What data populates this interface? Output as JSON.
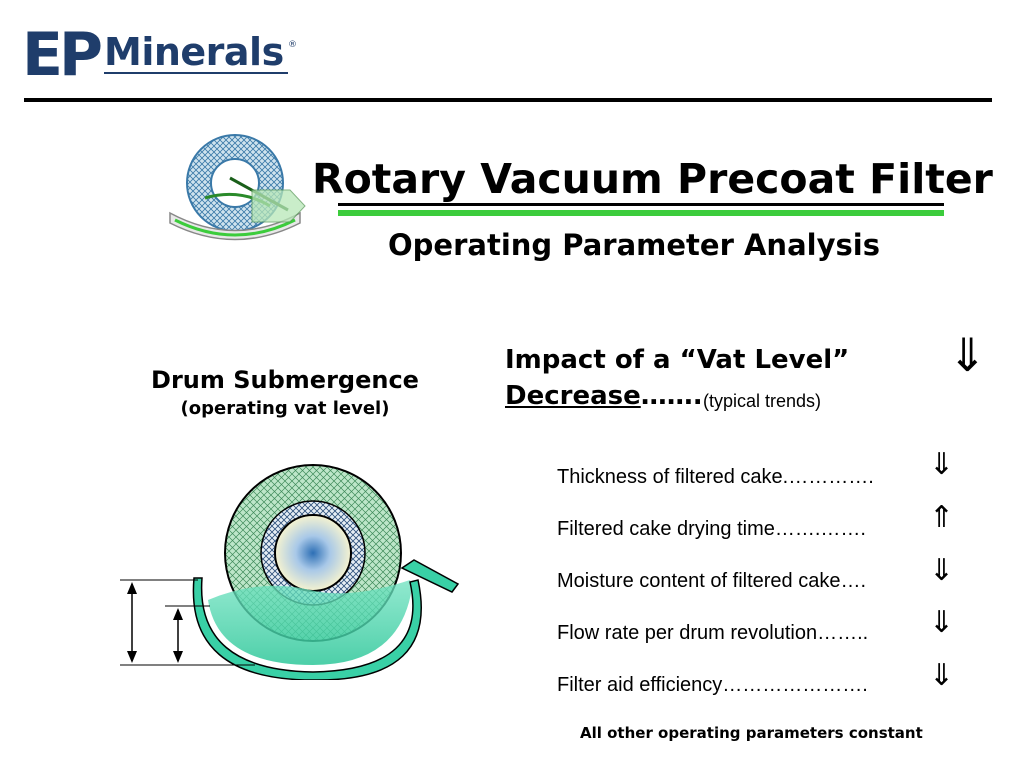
{
  "logo": {
    "mark": "EP",
    "word": "Minerals",
    "reg": "®"
  },
  "title": "Rotary Vacuum Precoat Filter",
  "subtitle": "Operating Parameter Analysis",
  "left": {
    "heading": "Drum Submergence",
    "subheading": "(operating vat level)"
  },
  "impact": {
    "line1": "Impact of a “Vat Level”",
    "line2_word": "Decrease",
    "line2_dots": "…….",
    "typical": "(typical trends)",
    "overall_trend": "⇓",
    "overall_direction": "down"
  },
  "parameters": [
    {
      "label": "Thickness of filtered cake.………….",
      "trend": "⇓",
      "direction": "down"
    },
    {
      "label": "Filtered cake drying time…….…….",
      "trend": "⇑",
      "direction": "up"
    },
    {
      "label": "Moisture content of filtered cake….",
      "trend": "⇓",
      "direction": "down"
    },
    {
      "label": "Flow rate per drum revolution……..",
      "trend": "⇓",
      "direction": "down"
    },
    {
      "label": "Filter aid efficiency………………….",
      "trend": "⇓",
      "direction": "down"
    }
  ],
  "footnote": "All other operating parameters constant",
  "colors": {
    "brand": "#1f3d6b",
    "accent_green": "#3ccc3c",
    "slurry_teal": "#3fd3a8"
  }
}
